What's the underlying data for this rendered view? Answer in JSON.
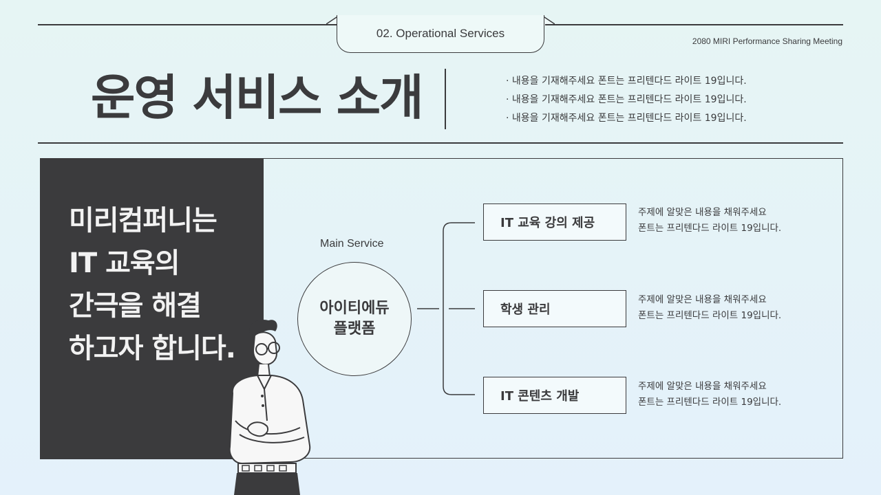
{
  "header": {
    "section_tab": "02. Operational Services",
    "meeting_name": "2080 MIRI Performance Sharing Meeting"
  },
  "title": {
    "main": "운영 서비스 소개",
    "bullets": [
      "· 내용을 기재해주세요 폰트는 프리텐다드 라이트 19입니다.",
      "· 내용을 기재해주세요 폰트는 프리텐다드 라이트 19입니다.",
      "· 내용을 기재해주세요 폰트는 프리텐다드 라이트 19입니다."
    ]
  },
  "panel": {
    "headline_lines": [
      "미리컴퍼니는",
      "IT 교육의",
      "간극을 해결",
      "하고자 합니다."
    ],
    "main_service_label": "Main Service",
    "platform_lines": [
      "아이티에듀",
      "플랫폼"
    ],
    "services": [
      {
        "name": "IT 교육 강의 제공",
        "desc": [
          "주제에 알맞은 내용을 채워주세요",
          "폰트는 프리텐다드 라이트 19입니다."
        ]
      },
      {
        "name": "학생 관리",
        "desc": [
          "주제에 알맞은 내용을 채워주세요",
          "폰트는 프리텐다드 라이트 19입니다."
        ]
      },
      {
        "name": "IT 콘텐츠 개발",
        "desc": [
          "주제에 알맞은 내용을 채워주세요",
          "폰트는 프리텐다드 라이트 19입니다."
        ]
      }
    ]
  },
  "colors": {
    "dark": "#3b3b3d",
    "background": "#e5f3f7",
    "line": "#3a3a3c"
  },
  "icons": {
    "illustration": "person-arms-crossed-illustration"
  }
}
